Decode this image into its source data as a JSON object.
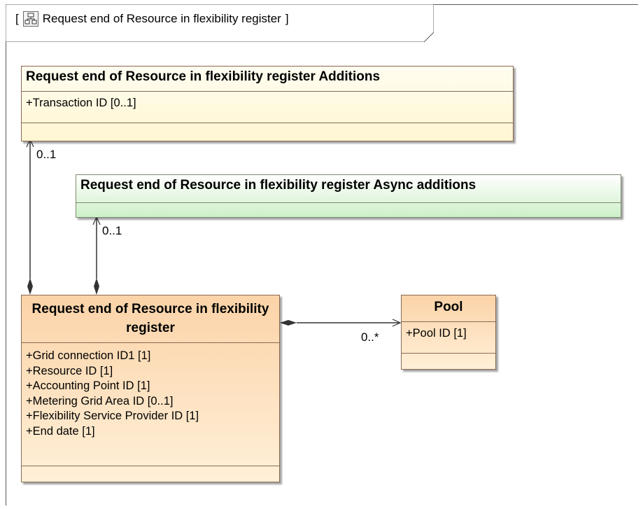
{
  "frame": {
    "title": "Request end of Resource in flexibility register",
    "open_bracket": "[",
    "close_bracket": "]",
    "icon": "class-diagram-icon"
  },
  "classes": {
    "additions": {
      "name": "Request end of Resource in flexibility register Additions",
      "attributes": [
        "+Transaction ID [0..1]"
      ],
      "color": "#fff6d2"
    },
    "async_additions": {
      "name": "Request end of Resource in flexibility register Async additions",
      "attributes": [],
      "color": "#cdf0c8"
    },
    "main": {
      "name": "Request end of Resource in flexibility register",
      "attributes": [
        "+Grid connection ID1 [1]",
        "+Resource ID [1]",
        "+Accounting Point ID [1]",
        "+Metering Grid Area ID [0..1]",
        "+Flexibility Service Provider ID [1]",
        "+End date [1]"
      ],
      "color": "#fbd3a8"
    },
    "pool": {
      "name": "Pool",
      "attributes": [
        "+Pool ID [1]"
      ],
      "color": "#fbd3a8"
    }
  },
  "associations": {
    "to_additions": {
      "multiplicity": "0..1"
    },
    "to_async": {
      "multiplicity": "0..1"
    },
    "to_pool": {
      "multiplicity": "0..*"
    }
  }
}
